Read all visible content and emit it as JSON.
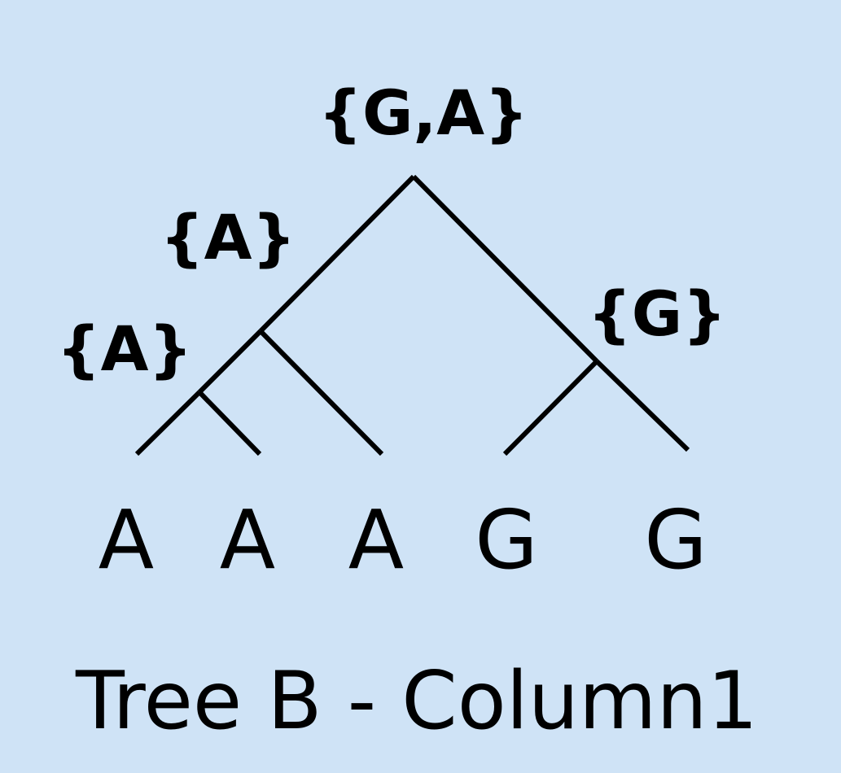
{
  "diagram": {
    "background_color": "#cfe3f6",
    "line_color": "#000000",
    "node_sets": {
      "root": "{G,A}",
      "left_internal": "{A}",
      "left_lower_internal": "{A}",
      "right_internal": "{G}"
    },
    "leaves": [
      "A",
      "A",
      "A",
      "G",
      "G"
    ],
    "caption": "Tree B - Column1"
  }
}
